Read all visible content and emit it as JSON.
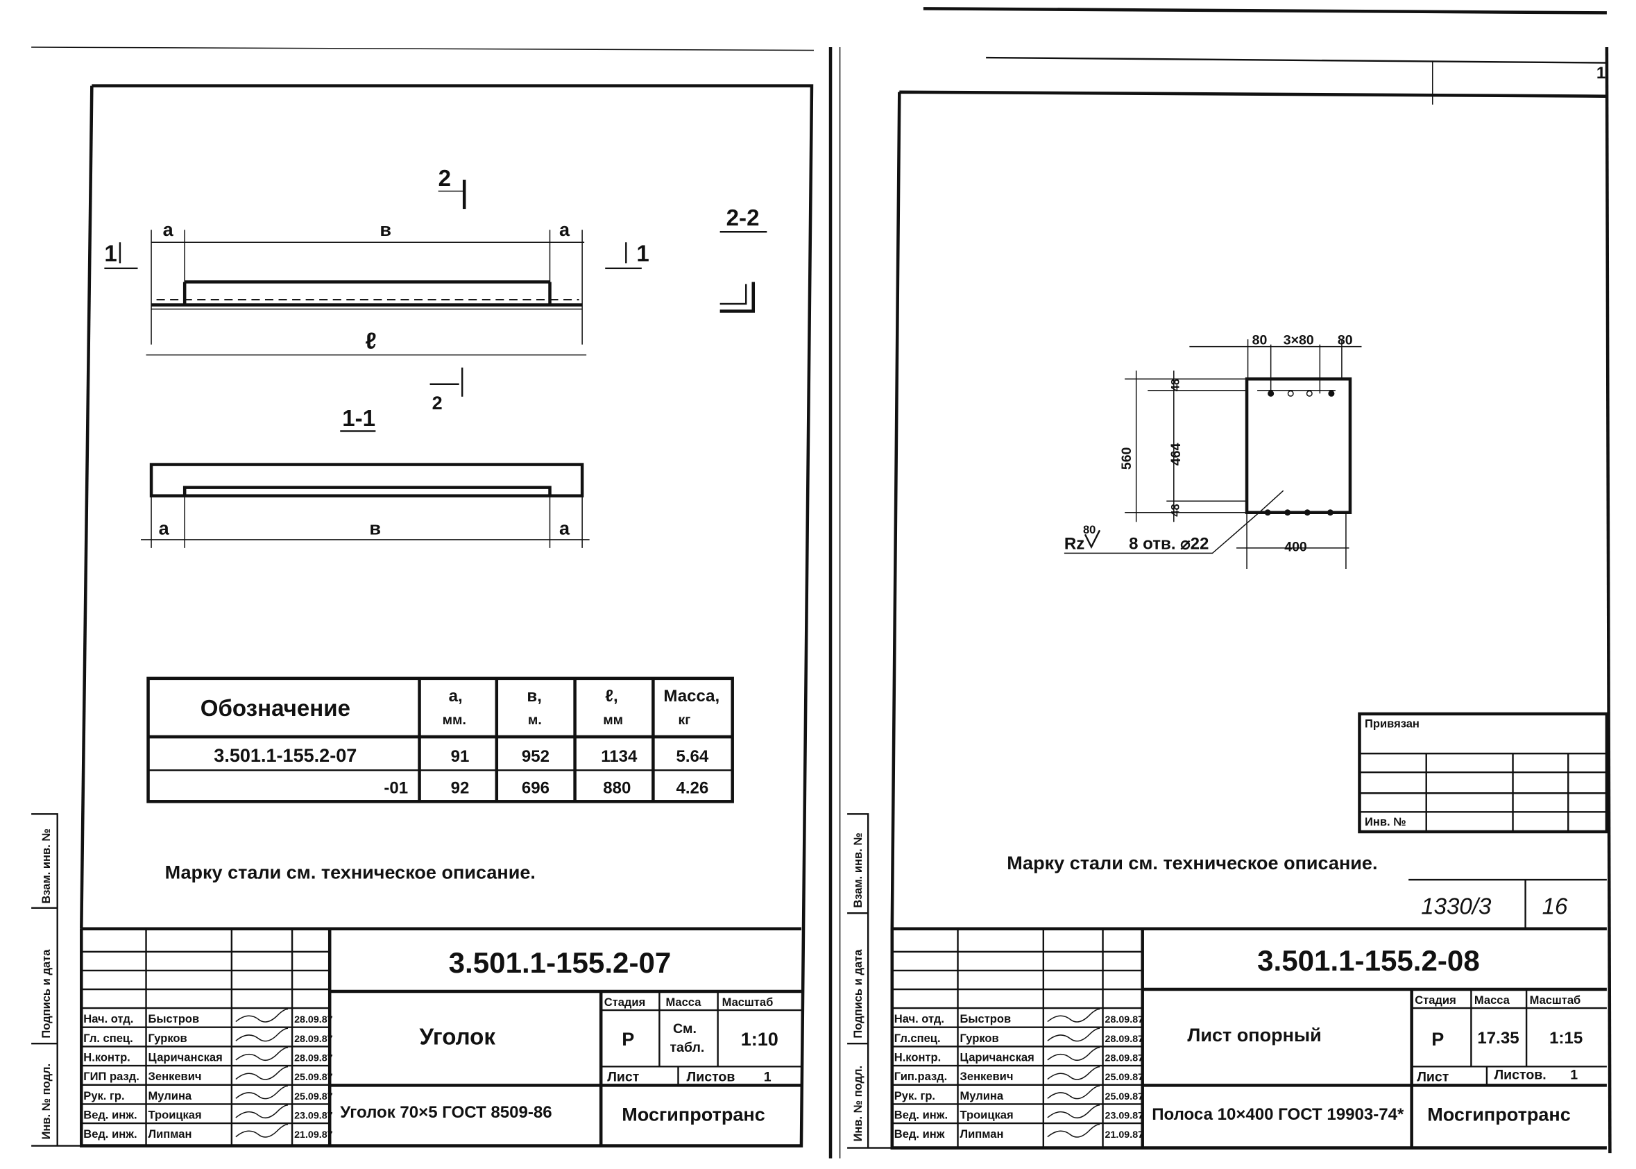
{
  "side_strip": {
    "inv_podl": "Инв. № подл.",
    "podpis_data": "Подпись и дата",
    "vzam_inv": "Взам. инв. №"
  },
  "left_sheet": {
    "drawing": {
      "section_2_mark": "2",
      "section_2_mark_bottom": "2",
      "section_1_left": "1",
      "section_1_right": "1",
      "section_2_2_title": "2-2",
      "section_1_1_title": "1-1",
      "dim_a": "a",
      "dim_b": "в",
      "dim_l": "ℓ"
    },
    "table": {
      "headers": [
        "Обозначение",
        "a,",
        "мм.",
        "в,",
        "м.",
        "ℓ,",
        "мм",
        "Масса,",
        "кг"
      ],
      "rows": [
        [
          "3.501.1-155.2-07",
          "91",
          "952",
          "1134",
          "5.64"
        ],
        [
          "-01",
          "92",
          "696",
          "880",
          "4.26"
        ]
      ]
    },
    "note": "Марку стали см. техническое описание.",
    "title_block": {
      "doc_number": "3.501.1-155.2-07",
      "name": "Уголок",
      "material": "Уголок 70×5 ГОСТ 8509-86",
      "stage_label": "Стадия",
      "mass_label": "Масса",
      "scale_label": "Масштаб",
      "stage": "Р",
      "mass_line1": "См.",
      "mass_line2": "табл.",
      "scale": "1:10",
      "sheet_label": "Лист",
      "sheets_label": "Листов",
      "sheets_count": "1",
      "organization": "Мосгипротранс",
      "staff": [
        {
          "role": "Нач. отд.",
          "name": "Быстров",
          "date": "28.09.87"
        },
        {
          "role": "Гл. спец.",
          "name": "Гурков",
          "date": "28.09.87"
        },
        {
          "role": "Н.контр.",
          "name": "Царичанская",
          "date": "28.09.87"
        },
        {
          "role": "ГИП разд.",
          "name": "Зенкевич",
          "date": "25.09.87"
        },
        {
          "role": "Рук. гр.",
          "name": "Мулина",
          "date": "25.09.87"
        },
        {
          "role": "Вед. инж.",
          "name": "Троицкая",
          "date": "23.09.87"
        },
        {
          "role": "Вед. инж.",
          "name": "Липман",
          "date": "21.09.87"
        }
      ]
    }
  },
  "right_sheet": {
    "corner_number": "1",
    "drawing": {
      "dim_80_left": "80",
      "dim_3x80": "3×80",
      "dim_80_right": "80",
      "dim_48_top": "48",
      "dim_48_bottom": "48",
      "dim_560": "560",
      "dim_464": "464",
      "dim_400": "400",
      "holes_label": "8 отв. ⌀22",
      "roughness_label": "Rz",
      "roughness_value": "80"
    },
    "privyazan": {
      "title": "Привязан",
      "inv_label": "Инв. №"
    },
    "note": "Марку стали см. техническое описание.",
    "archive_number": "1330/3",
    "archive_sheet": "16",
    "title_block": {
      "doc_number": "3.501.1-155.2-08",
      "name": "Лист опорный",
      "material": "Полоса 10×400 ГОСТ 19903-74*",
      "stage_label": "Стадия",
      "mass_label": "Масса",
      "scale_label": "Масштаб",
      "stage": "Р",
      "mass": "17.35",
      "scale": "1:15",
      "sheet_label": "Лист",
      "sheets_label": "Листов.",
      "sheets_count": "1",
      "organization": "Мосгипротранс",
      "staff": [
        {
          "role": "Нач. отд.",
          "name": "Быстров",
          "date": "28.09.87"
        },
        {
          "role": "Гл.спец.",
          "name": "Гурков",
          "date": "28.09.87"
        },
        {
          "role": "Н.контр.",
          "name": "Царичанская",
          "date": "28.09.87"
        },
        {
          "role": "Гип.разд.",
          "name": "Зенкевич",
          "date": "25.09.87"
        },
        {
          "role": "Рук. гр.",
          "name": "Мулина",
          "date": "25.09.87"
        },
        {
          "role": "Вед. инж.",
          "name": "Троицкая",
          "date": "23.09.87"
        },
        {
          "role": "Вед. инж",
          "name": "Липман",
          "date": "21.09.87"
        }
      ]
    }
  }
}
